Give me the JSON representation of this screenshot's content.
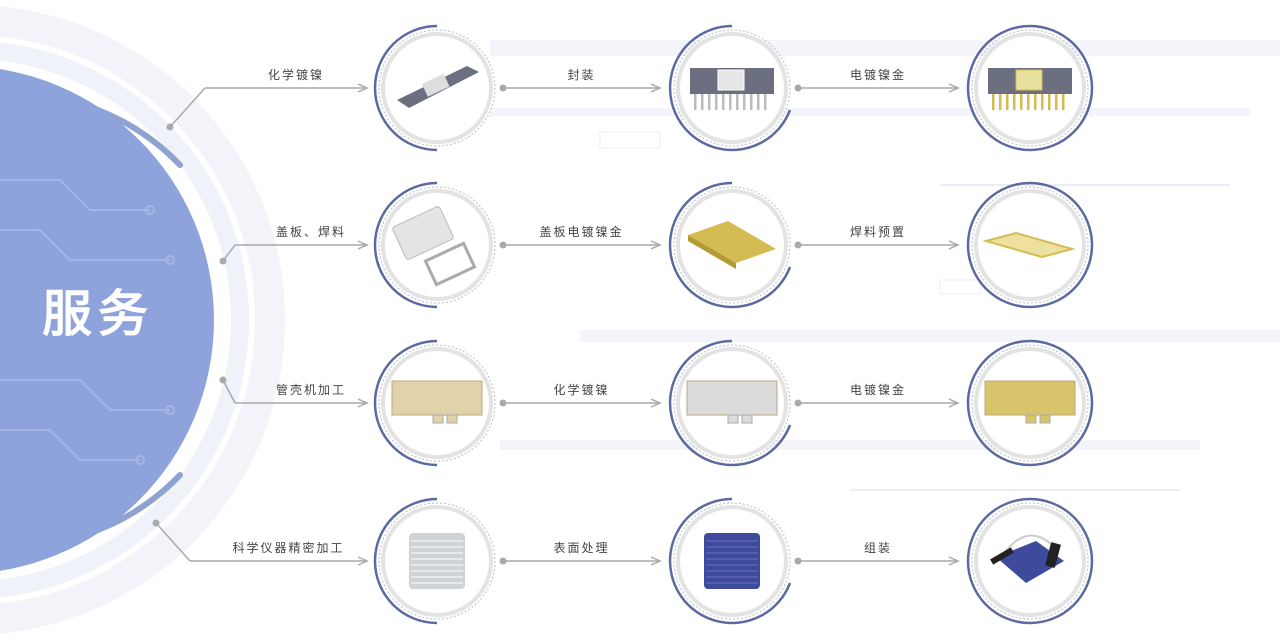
{
  "title": "服务",
  "colors": {
    "accent": "#8ea3dc",
    "ring": "#5d6aa0",
    "line": "#a9a9a9",
    "bg_tech": "#eef1f9"
  },
  "rows": [
    {
      "source_label": "化学镀镍",
      "steps": [
        {
          "product": "ceramic-package-icon"
        },
        {
          "label": "封装",
          "product": "dip-package-icon"
        },
        {
          "label": "电镀镍金",
          "product": "gold-dip-package-icon"
        }
      ]
    },
    {
      "source_label": "盖板、焊料",
      "steps": [
        {
          "product": "lid-and-preform-icon"
        },
        {
          "label": "盖板电镀镍金",
          "product": "gold-lid-icon"
        },
        {
          "label": "焊料预置",
          "product": "preform-lid-icon"
        }
      ]
    },
    {
      "source_label": "管壳机加工",
      "steps": [
        {
          "product": "machined-housing-icon"
        },
        {
          "label": "化学镀镍",
          "product": "nickel-housing-icon"
        },
        {
          "label": "电镀镍金",
          "product": "gold-housing-icon"
        }
      ]
    },
    {
      "source_label": "科学仪器精密加工",
      "steps": [
        {
          "product": "aluminum-enclosure-icon"
        },
        {
          "label": "表面处理",
          "product": "anodized-enclosure-icon"
        },
        {
          "label": "组装",
          "product": "assembled-device-icon"
        }
      ]
    }
  ]
}
